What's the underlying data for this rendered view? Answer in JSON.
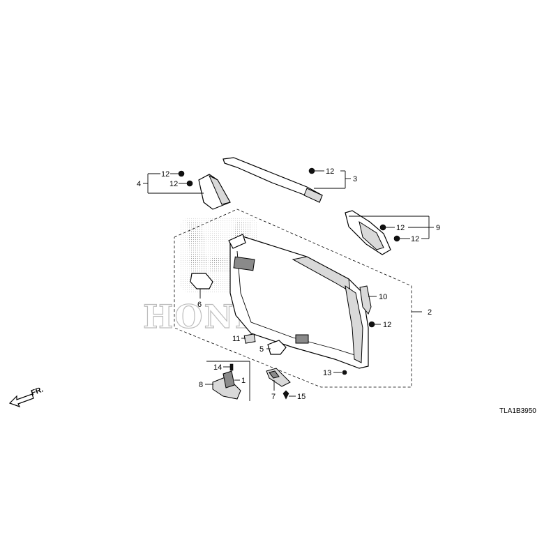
{
  "diagram": {
    "watermark_text": "HONDA",
    "drawing_code": "TLA1B3950",
    "front_marker": "FR.",
    "callouts": {
      "c1": "1",
      "c2": "2",
      "c3": "3",
      "c4": "4",
      "c5": "5",
      "c6": "6",
      "c7": "7",
      "c8": "8",
      "c9": "9",
      "c10": "10",
      "c11": "11",
      "c12a": "12",
      "c12b": "12",
      "c12c": "12",
      "c12d": "12",
      "c12e": "12",
      "c12f": "12",
      "c13": "13",
      "c14": "14",
      "c15": "15"
    }
  }
}
